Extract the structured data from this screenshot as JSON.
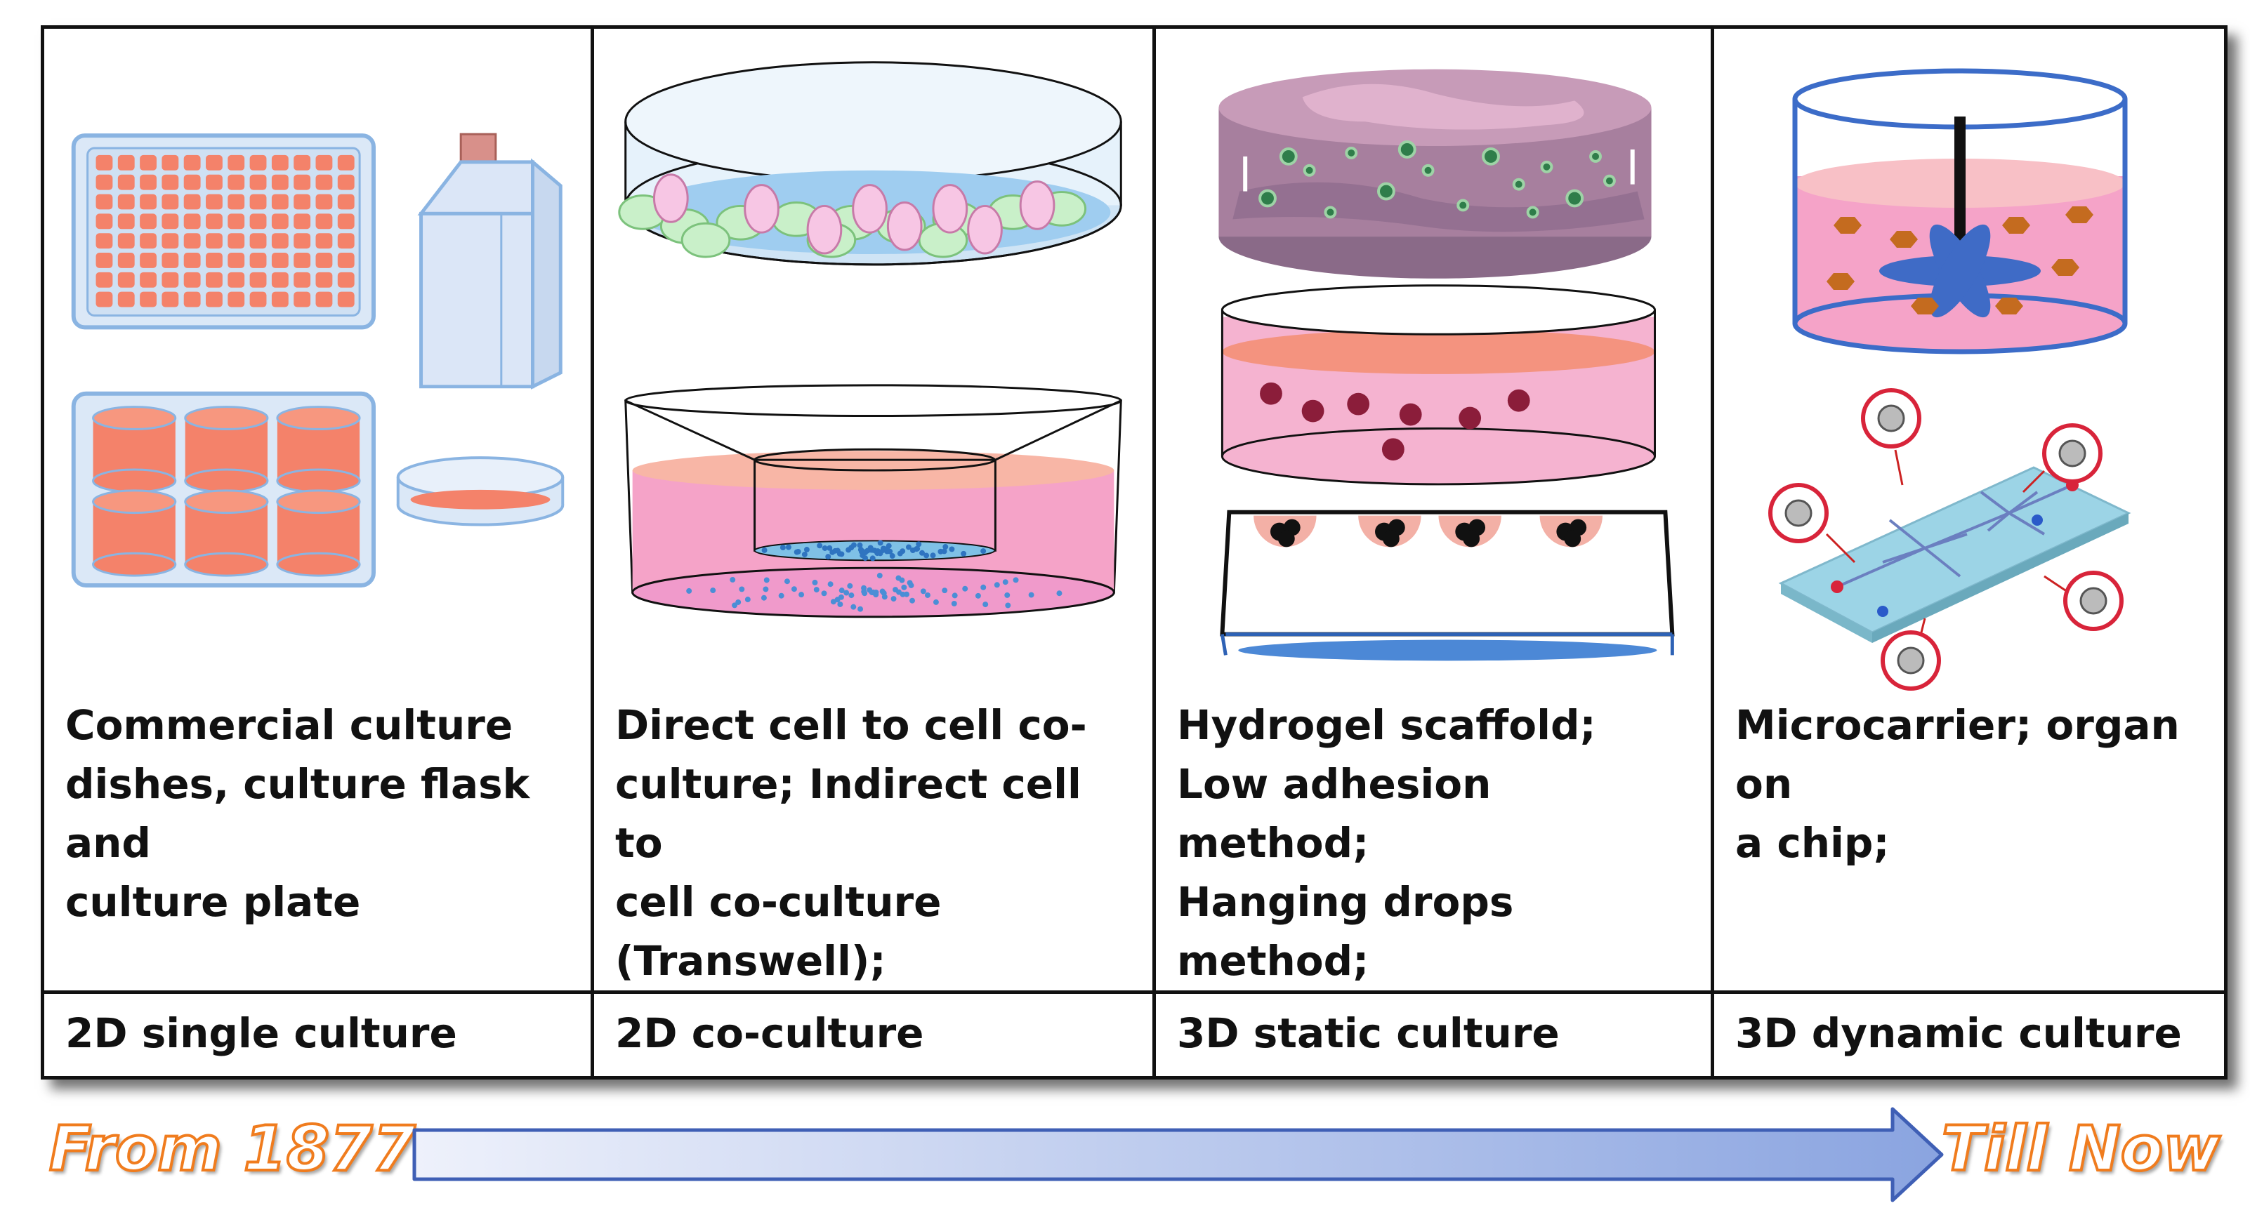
{
  "columns": [
    {
      "description": "Commercial culture\ndishes, culture flask and\nculture plate",
      "label": "2D single culture"
    },
    {
      "description": "Direct cell to cell co-\nculture; Indirect cell to\ncell co-culture\n(Transwell);",
      "label": "2D co-culture"
    },
    {
      "description": "Hydrogel scaffold;\nLow adhesion method;\nHanging drops method;",
      "label": "3D static culture"
    },
    {
      "description": "Microcarrier; organ on\na chip;",
      "label": "3D dynamic culture"
    }
  ],
  "timeline": {
    "start": "From 1877",
    "end": "Till Now"
  },
  "colors": {
    "salmon": "#f4826a",
    "pink": "#f5a3c8",
    "light_blue": "#c9dcf0",
    "purple": "#a77f9e",
    "arrow_blue": "#8aa4e0",
    "timeline_orange": "#f07c1e"
  }
}
